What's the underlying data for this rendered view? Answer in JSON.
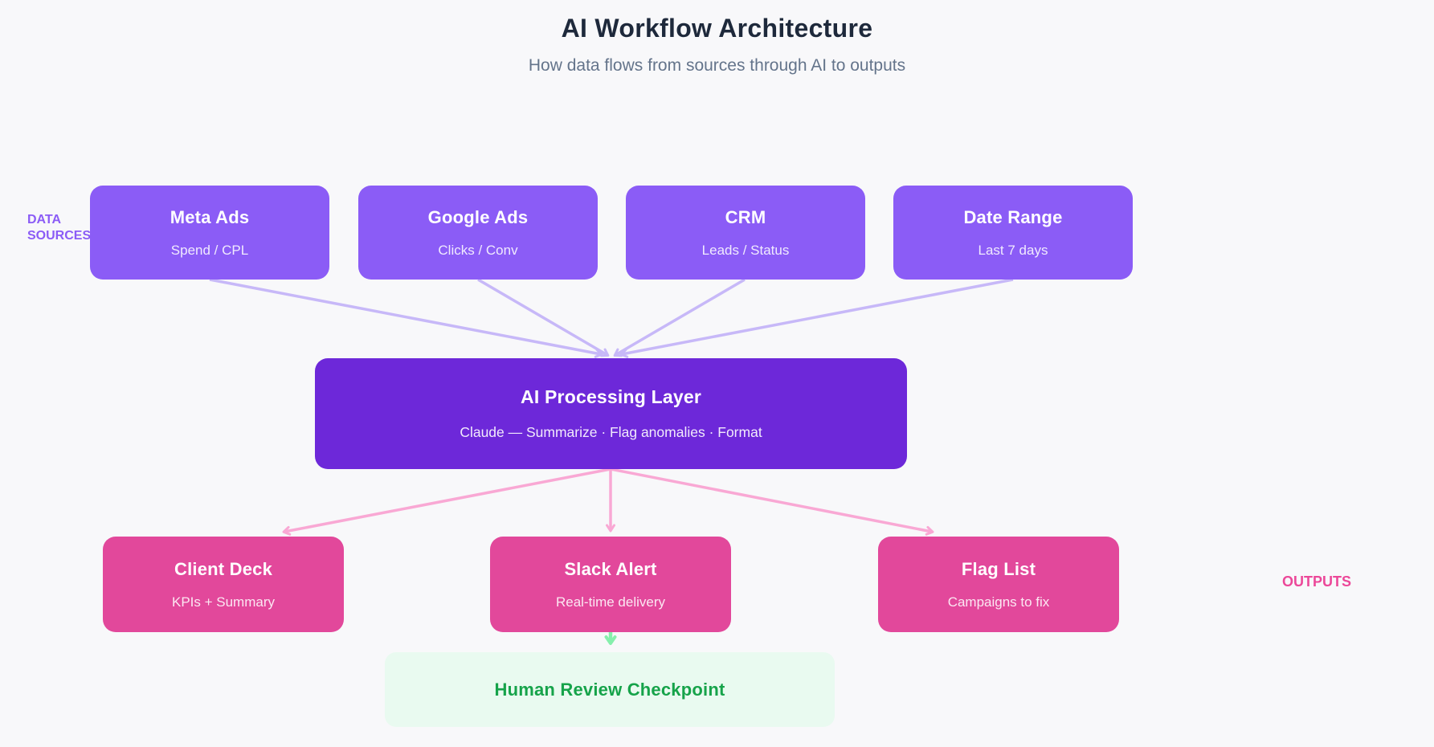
{
  "header": {
    "title": "AI Workflow Architecture",
    "subtitle": "How data flows from sources through AI to outputs"
  },
  "section_labels": {
    "left": "DATA SOURCES",
    "right": "OUTPUTS"
  },
  "sources": [
    {
      "title": "Meta Ads",
      "subtitle": "Spend / CPL"
    },
    {
      "title": "Google Ads",
      "subtitle": "Clicks / Conv"
    },
    {
      "title": "CRM",
      "subtitle": "Leads / Status"
    },
    {
      "title": "Date Range",
      "subtitle": "Last 7 days"
    }
  ],
  "processor": {
    "title": "AI Processing Layer",
    "subtitle": "Claude — Summarize · Flag anomalies · Format"
  },
  "outputs": [
    {
      "title": "Client Deck",
      "subtitle": "KPIs + Summary"
    },
    {
      "title": "Slack Alert",
      "subtitle": "Real-time delivery"
    },
    {
      "title": "Flag List",
      "subtitle": "Campaigns to fix"
    }
  ],
  "checkpoint": {
    "title": "Human Review Checkpoint"
  },
  "colors": {
    "background": "#F8F8FA",
    "page_title_text": "#1E293B",
    "page_subtitle_text": "#64748B",
    "source_node": "#8B5CF6",
    "processor_node": "#6D28D9",
    "output_node": "#E2489B",
    "checkpoint_bg": "#E9FAF0",
    "checkpoint_text": "#16A34A",
    "connector_sources": "#C7B8F8",
    "connector_outputs": "#F9A8D4",
    "connector_checkpoint": "#86EFAC",
    "label_data_sources": "#8B5CF6",
    "label_outputs": "#EC4899"
  }
}
